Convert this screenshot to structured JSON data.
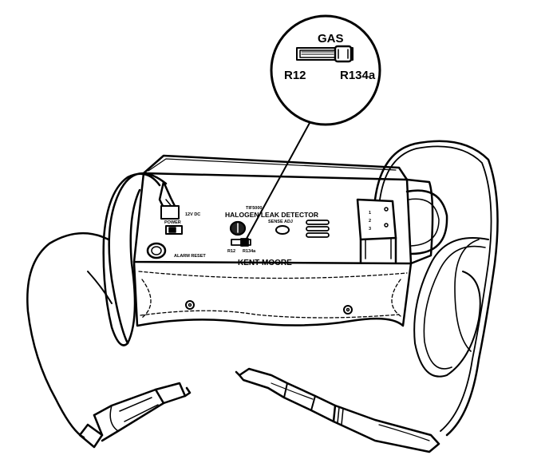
{
  "figure": {
    "line_color": "#000000",
    "background_color": "#ffffff"
  },
  "callout": {
    "heading": "GAS",
    "left_label": "R12",
    "right_label": "R134a"
  },
  "panel": {
    "title_line1": "HALOGEN LEAK DETECTOR",
    "brand": "KENT-MOORE",
    "small_top": "TIF5000",
    "small_sense": "SENSE ADJ",
    "small_volt": "12V DC",
    "small_power": "POWER",
    "small_gas_left": "R12",
    "small_gas_right": "R134a",
    "small_left_block": "ALARM RESET",
    "sensor_marks": [
      "1",
      "2",
      "3"
    ]
  }
}
